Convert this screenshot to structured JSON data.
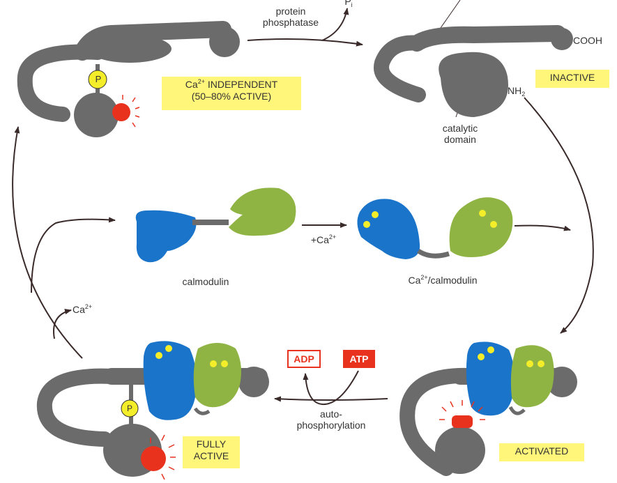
{
  "labels": {
    "protein_phosphatase": [
      "protein",
      "phosphatase"
    ],
    "pi": "P",
    "pi_sub": "i",
    "cooh": "COOH",
    "nh2": "NH",
    "nh2_sub": "2",
    "catalytic_domain": [
      "catalytic",
      "domain"
    ],
    "plus_ca": "+Ca",
    "plus_ca_sup": "2+",
    "calmodulin": "calmodulin",
    "ca_calmodulin_pre": "Ca",
    "ca_calmodulin_sup": "2+",
    "ca_calmodulin_post": "/calmodulin",
    "ca_release": "Ca",
    "ca_release_sup": "2+",
    "autophosphorylation": [
      "auto-",
      "phosphorylation"
    ],
    "adp": "ADP",
    "atp": "ATP",
    "phosphate_p": "P"
  },
  "states": {
    "ca_independent": {
      "line1_pre": "Ca",
      "line1_sup": "2+",
      "line1_post": " INDEPENDENT",
      "line2": "(50–80% ACTIVE)"
    },
    "inactive": "INACTIVE",
    "activated": "ACTIVATED",
    "fully_active": [
      "FULLY",
      "ACTIVE"
    ]
  },
  "colors": {
    "kinase_gray": "#6b6b6b",
    "calmodulin_blue": "#1a74c9",
    "calmodulin_green": "#8fb443",
    "phosphate_yellow": "#f4ee2a",
    "active_red": "#e8321e",
    "label_yellow": "#fff67a",
    "arrow": "#3a2a2a"
  }
}
